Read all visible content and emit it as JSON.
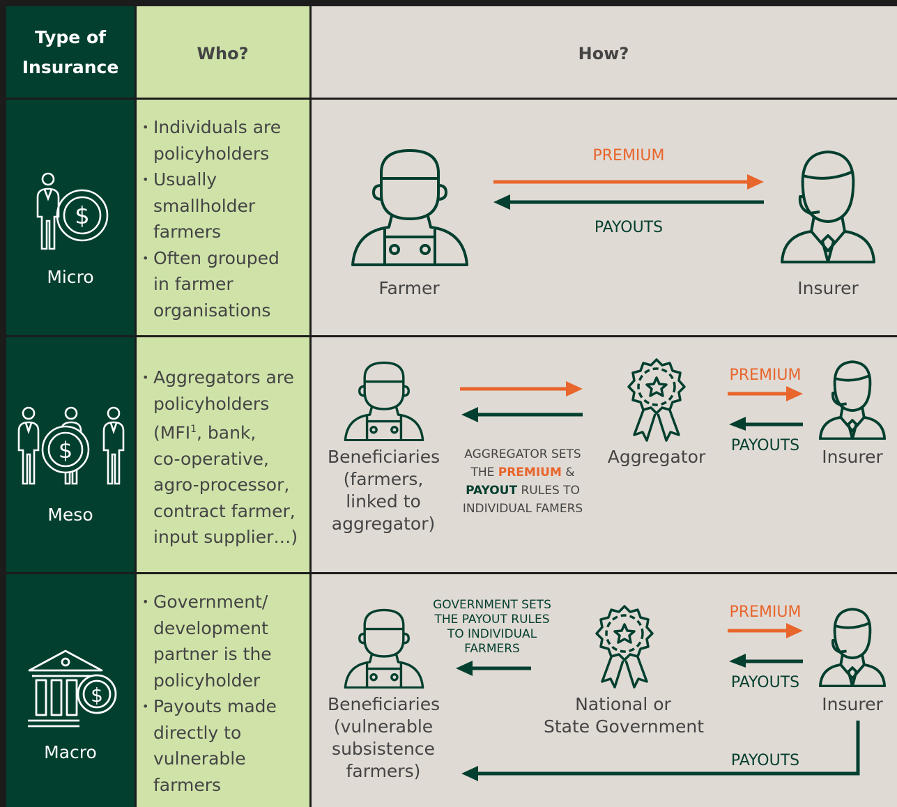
{
  "header": {
    "type_line1": "Type of",
    "type_line2": "Insurance",
    "who": "Who?",
    "how": "How?"
  },
  "rows": {
    "micro": {
      "label": "Micro",
      "icon": "individual-coin-icon",
      "who": [
        "Individuals are",
        "policyholders",
        "Usually",
        "smallholder",
        "farmers",
        "Often grouped",
        "in farmer",
        "organisations"
      ],
      "farmer_label": "Farmer",
      "insurer_label": "Insurer",
      "premium": "PREMIUM",
      "payouts": "PAYOUTS"
    },
    "meso": {
      "label": "Meso",
      "icon": "group-coin-icon",
      "who": [
        "Aggregators are",
        "policyholders",
        "(MFI",
        "1",
        ", bank,",
        "co-operative,",
        "agro-processor,",
        "contract farmer,",
        "input supplier…)"
      ],
      "beneficiaries": [
        "Beneficiaries",
        "(farmers,",
        "linked to",
        "aggregator)"
      ],
      "aggregator_label": "Aggregator",
      "insurer_label": "Insurer",
      "premium": "PREMIUM",
      "payouts": "PAYOUTS",
      "note": {
        "line1": "AGGREGATOR SETS",
        "the": "THE ",
        "premium": "PREMIUM",
        "amp": " &",
        "payout": "PAYOUT",
        "rules_to": " RULES TO",
        "line4": "INDIVIDUAL FAMERS"
      }
    },
    "macro": {
      "label": "Macro",
      "icon": "bank-coin-icon",
      "who": [
        "Government/",
        "development",
        "partner is the",
        "policyholder",
        "Payouts made",
        "directly to",
        "vulnerable",
        "farmers"
      ],
      "beneficiaries": [
        "Beneficiaries",
        "(vulnerable",
        "subsistence",
        "farmers)"
      ],
      "government": [
        "National or",
        "State Government"
      ],
      "insurer_label": "Insurer",
      "premium": "PREMIUM",
      "payouts": "PAYOUTS",
      "payouts_bottom": "PAYOUTS",
      "note": [
        "GOVERNMENT SETS",
        "THE PAYOUT RULES",
        "TO INDIVIDUAL",
        "FARMERS"
      ]
    }
  },
  "colors": {
    "dark_green": "#033f2f",
    "light_green": "#cfe3a9",
    "beige": "#e0dad4",
    "orange": "#e8652c"
  }
}
